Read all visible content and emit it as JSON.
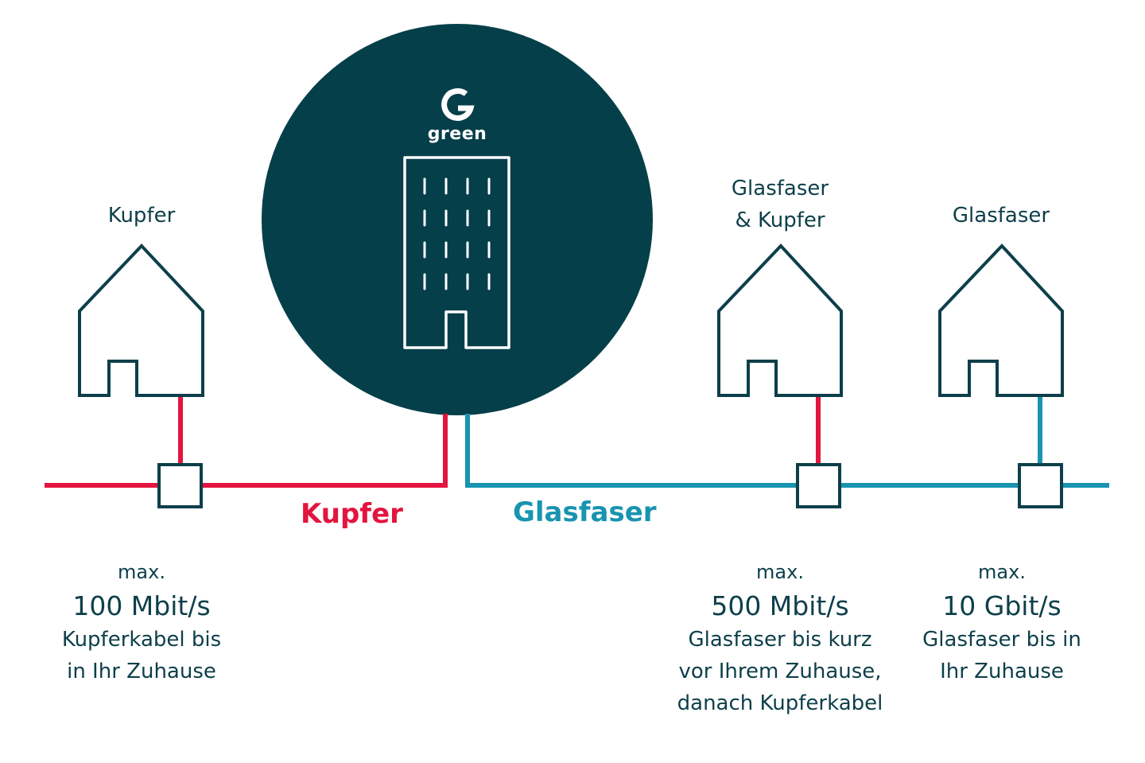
{
  "colors": {
    "brand_dark": "#053f4a",
    "copper_red": "#e2153f",
    "fiber_blue": "#1894b0",
    "text": "#0d3f4a",
    "background": "#ffffff"
  },
  "brand": {
    "name": "green",
    "logo_icon": "green-g-logo-icon"
  },
  "houses": [
    {
      "id": "copper",
      "label_lines": [
        "Kupfer"
      ],
      "connection": "copper"
    },
    {
      "id": "mixed",
      "label_lines": [
        "Glasfaser",
        "& Kupfer"
      ],
      "connection": "copper"
    },
    {
      "id": "fiber",
      "label_lines": [
        "Glasfaser"
      ],
      "connection": "fiber"
    }
  ],
  "cables": {
    "copper_label": "Kupfer",
    "fiber_label": "Glasfaser"
  },
  "speeds": [
    {
      "prefix": "max.",
      "value": "100 Mbit/s",
      "desc_lines": [
        "Kupferkabel bis",
        "in Ihr Zuhause"
      ]
    },
    {
      "prefix": "max.",
      "value": "500 Mbit/s",
      "desc_lines": [
        "Glasfaser bis kurz",
        "vor Ihrem Zuhause,",
        "danach Kupferkabel"
      ]
    },
    {
      "prefix": "max.",
      "value": "10 Gbit/s",
      "desc_lines": [
        "Glasfaser bis in",
        "Ihr Zuhause"
      ]
    }
  ]
}
